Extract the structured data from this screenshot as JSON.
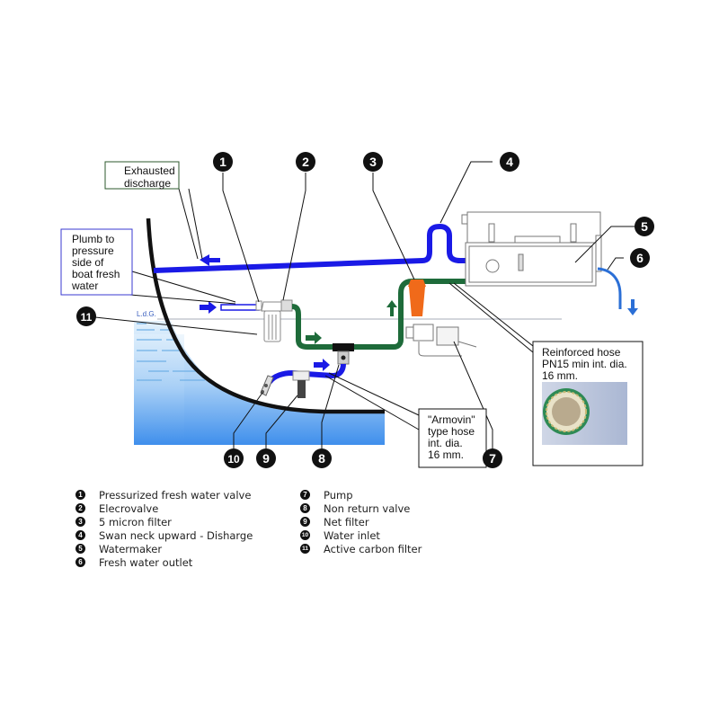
{
  "diagram": {
    "title": "Watermaker installation diagram",
    "waterline_label": "L.d.G.",
    "callouts": {
      "exhausted_discharge": [
        "Exhausted",
        "discharge"
      ],
      "plumb_to_pressure": [
        "Plumb to",
        "pressure",
        "side of",
        "boat fresh",
        "water"
      ],
      "reinforced_hose": [
        "Reinforced hose",
        "PN15 min  int. dia.",
        "16 mm."
      ],
      "armovin_hose": [
        "\"Armovin\"",
        "type hose",
        "int. dia.",
        "16 mm."
      ]
    },
    "markers": [
      "1",
      "2",
      "3",
      "4",
      "5",
      "6",
      "7",
      "8",
      "9",
      "10",
      "11"
    ],
    "colors": {
      "feed_line_green": "#1e6b3a",
      "discharge_blue": "#1a1ae6",
      "outlet_blue": "#2b6fd6",
      "filter_orange": "#f06a1a",
      "hull_black": "#111111",
      "sea_top": "#d8ecfb",
      "sea_bottom": "#4a98ee"
    }
  },
  "legend": {
    "left": [
      {
        "num": "1",
        "label": "Pressurized fresh water valve"
      },
      {
        "num": "2",
        "label": "Elecrovalve"
      },
      {
        "num": "3",
        "label": "5 micron filter"
      },
      {
        "num": "4",
        "label": "Swan neck upward - Disharge"
      },
      {
        "num": "5",
        "label": "Watermaker"
      },
      {
        "num": "6",
        "label": "Fresh water outlet"
      }
    ],
    "right": [
      {
        "num": "7",
        "label": "Pump"
      },
      {
        "num": "8",
        "label": "Non return valve"
      },
      {
        "num": "9",
        "label": "Net filter"
      },
      {
        "num": "10",
        "label": "Water inlet"
      },
      {
        "num": "11",
        "label": "Active carbon filter"
      }
    ]
  }
}
